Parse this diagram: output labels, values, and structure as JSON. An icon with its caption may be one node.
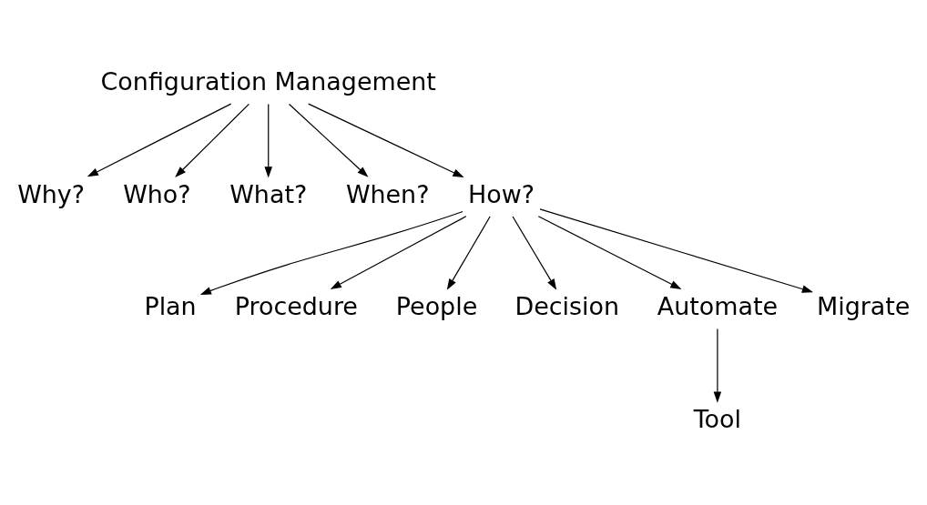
{
  "diagram": {
    "nodes": [
      {
        "text": [
          "Configuration Management"
        ]
      },
      {
        "text": [
          "Why?"
        ]
      },
      {
        "text": [
          "Who?"
        ]
      },
      {
        "text": [
          "What?"
        ]
      },
      {
        "text": [
          "When?"
        ]
      },
      {
        "text": [
          "How?"
        ]
      },
      {
        "text": [
          "Plan"
        ]
      },
      {
        "text": [
          "Procedure"
        ]
      },
      {
        "text": [
          "People"
        ]
      },
      {
        "text": [
          "Decision"
        ]
      },
      {
        "text": [
          "Automate"
        ]
      },
      {
        "text": [
          "Migrate"
        ]
      },
      {
        "text": [
          "Tool"
        ]
      }
    ],
    "edges": [
      {
        "from": 0,
        "to": 1,
        "arrow": "to"
      },
      {
        "from": 0,
        "to": 2,
        "arrow": "to"
      },
      {
        "from": 0,
        "to": 3,
        "arrow": "to"
      },
      {
        "from": 0,
        "to": 4,
        "arrow": "to"
      },
      {
        "from": 0,
        "to": 5,
        "arrow": "to"
      },
      {
        "from": 5,
        "to": 6,
        "arrow": "to"
      },
      {
        "from": 5,
        "to": 7,
        "arrow": "to"
      },
      {
        "from": 5,
        "to": 8,
        "arrow": "to"
      },
      {
        "from": 5,
        "to": 9,
        "arrow": "to"
      },
      {
        "from": 5,
        "to": 10,
        "arrow": "to"
      },
      {
        "from": 5,
        "to": 11,
        "arrow": "to"
      },
      {
        "from": 10,
        "to": 12,
        "arrow": "to"
      }
    ]
  }
}
